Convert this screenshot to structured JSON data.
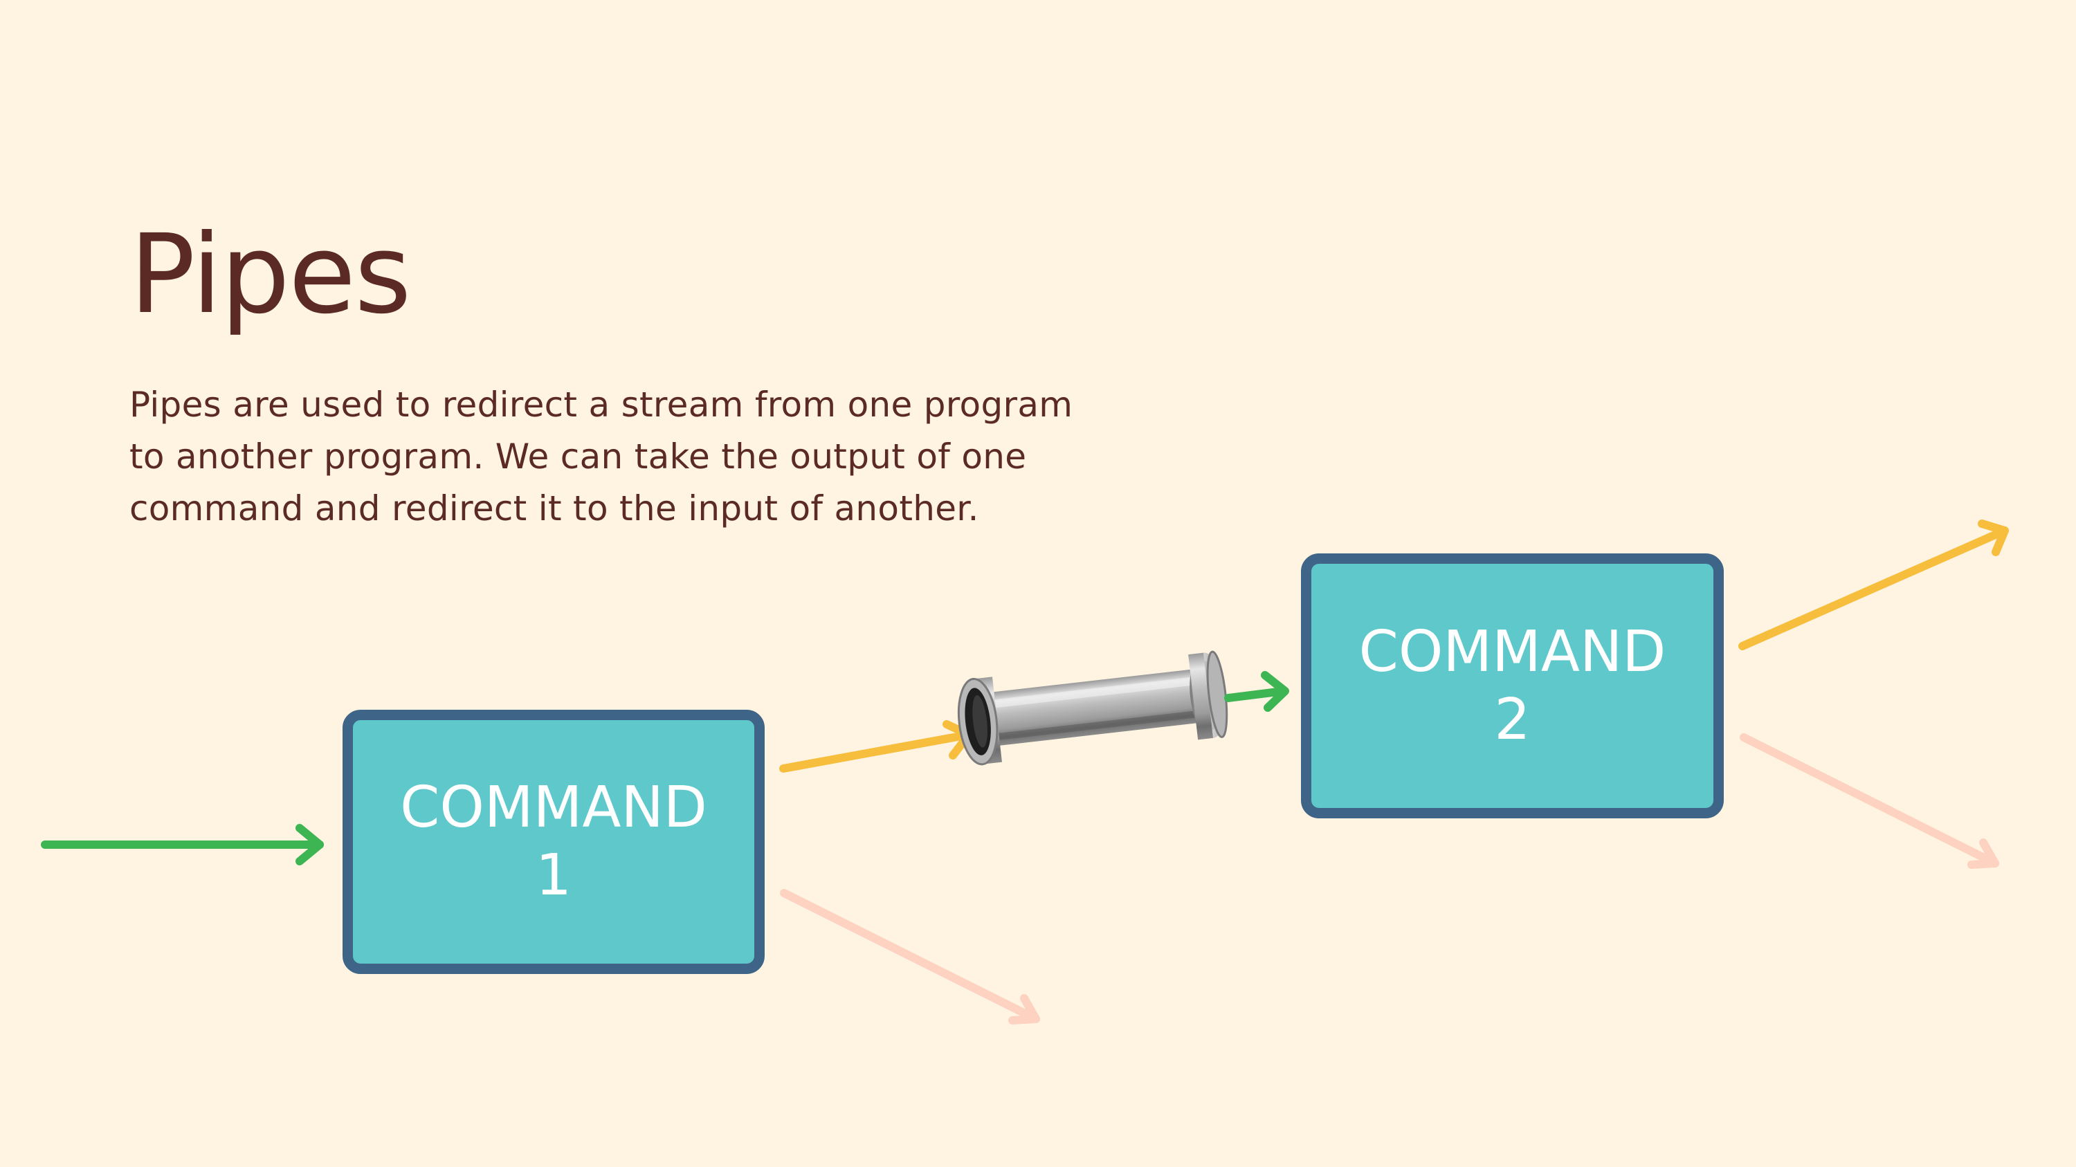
{
  "slide": {
    "title": "Pipes",
    "description": "Pipes are used to redirect a stream from one program\nto another program.  We can take the output of one\ncommand and redirect it to the input of another."
  },
  "diagram": {
    "command1": {
      "word": "COMMAND",
      "number": "1"
    },
    "command2": {
      "word": "COMMAND",
      "number": "2"
    },
    "pipe_icon": "pipe-icon",
    "colors": {
      "background": "#FFF4E2",
      "title_text": "#5B2A25",
      "box_fill": "#5EC8CB",
      "box_border": "#3E6488",
      "stdin_arrow": "#3DB553",
      "stdout_arrow": "#F7BE3E",
      "stderr_arrow": "#FDD2C1"
    }
  }
}
